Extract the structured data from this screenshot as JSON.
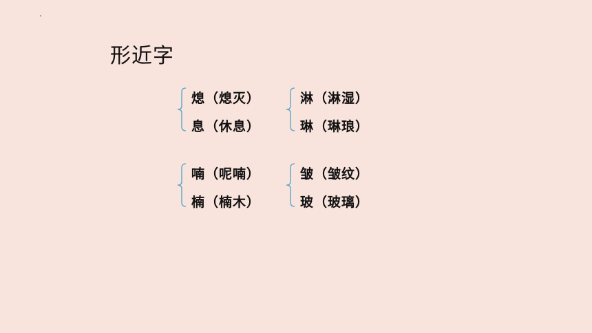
{
  "title": "形近字",
  "groups": [
    {
      "lines": [
        "熄（熄灭）",
        "息（休息）"
      ]
    },
    {
      "lines": [
        "淋（淋湿）",
        "琳（琳琅）"
      ]
    },
    {
      "lines": [
        "喃（呢喃）",
        "楠（楠木）"
      ]
    },
    {
      "lines": [
        "皱（皱纹）",
        "玻（玻璃）"
      ]
    }
  ],
  "colors": {
    "background": "#f9e3dd",
    "brace": "#4fa3c9",
    "text": "#111111"
  }
}
